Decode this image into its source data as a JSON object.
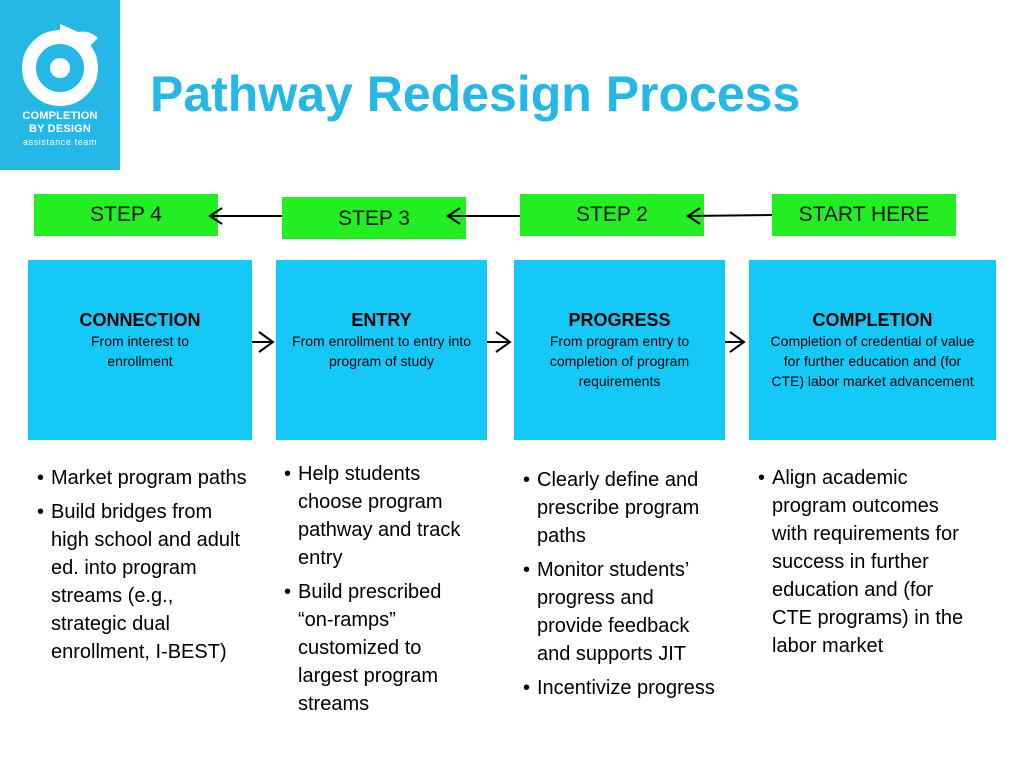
{
  "logo": {
    "line1": "COMPLETION",
    "line2": "BY DESIGN",
    "line3": "assistance team",
    "color": "#25b7e5"
  },
  "title": "Pathway Redesign Process",
  "steps": [
    {
      "label": "STEP 4"
    },
    {
      "label": "STEP 3"
    },
    {
      "label": "STEP 2"
    },
    {
      "label": "START HERE"
    }
  ],
  "stages": [
    {
      "name": "CONNECTION",
      "description": "From interest to enrollment",
      "bullets": [
        "Market program paths",
        "Build bridges from high school and adult ed. into program streams (e.g., strategic dual enrollment, I-BEST)"
      ]
    },
    {
      "name": "ENTRY",
      "description": "From enrollment to entry into program of study",
      "bullets": [
        "Help students choose program pathway and track entry",
        "Build prescribed “on-ramps” customized to largest program streams"
      ]
    },
    {
      "name": "PROGRESS",
      "description": "From program entry to completion of program requirements",
      "bullets": [
        "Clearly define and prescribe program paths",
        "Monitor students’ progress and provide feedback and supports JIT",
        "Incentivize progress"
      ]
    },
    {
      "name": "COMPLETION",
      "description": "Completion of credential of value for further education and (for CTE) labor market advancement",
      "bullets": [
        "Align academic program outcomes with requirements for success in further education and (for CTE programs) in the labor market"
      ]
    }
  ],
  "colors": {
    "step_fill": "#22ee22",
    "stage_fill": "#14c8f7",
    "title": "#25b7e5"
  }
}
